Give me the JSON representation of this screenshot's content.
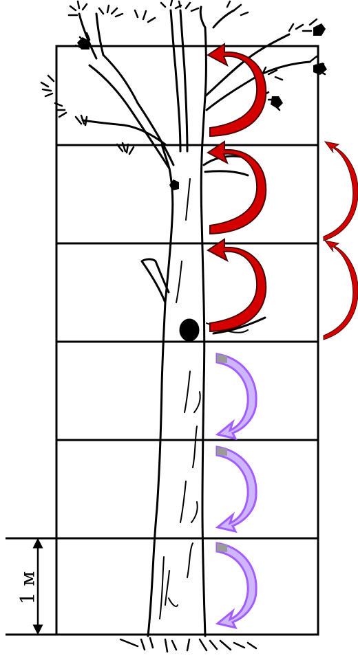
{
  "diagram": {
    "scale_label": "1 м",
    "section_count": 6,
    "colors": {
      "up_arrows": "#d40000",
      "up_arrows_outline": "#4a0000",
      "down_arrows": "#a35cff",
      "down_arrows_fill": "#cdb6ff",
      "ink": "#000000"
    },
    "arrows": {
      "up_big_count": 3,
      "up_thin_count": 2,
      "down_count": 3
    }
  }
}
